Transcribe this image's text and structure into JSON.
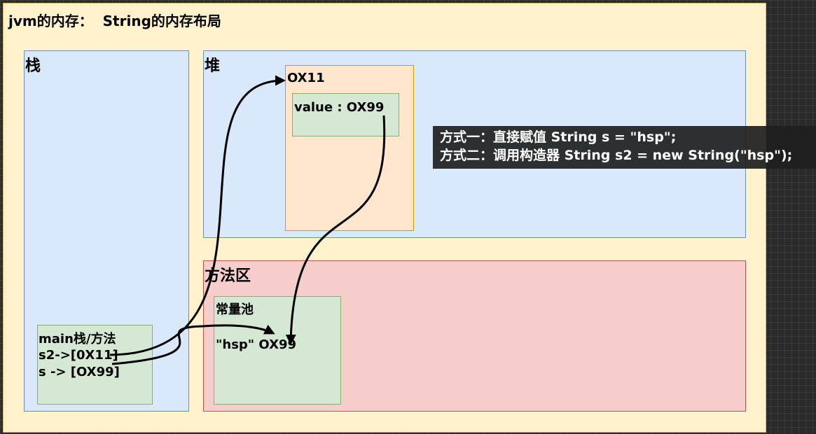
{
  "title": "jvm的内存：  String的内存布局",
  "regions": {
    "stack": {
      "label": "栈"
    },
    "heap": {
      "label": "堆"
    },
    "method_area": {
      "label": "方法区"
    }
  },
  "heap_object": {
    "address": "OX11",
    "field": "value : OX99"
  },
  "constant_pool": {
    "label": "常量池",
    "entry": "\"hsp\" OX99"
  },
  "main_frame": {
    "title": "main栈/方法",
    "s2": "s2->[0X11]",
    "s": "s -> [OX99]"
  },
  "note": {
    "line1": "方式一：直接赋值 String s = \"hsp\";",
    "line2": "方式二：调用构造器 String s2 = new String(\"hsp\");"
  },
  "colors": {
    "background": "#fff2cc",
    "region_blue": "#dae8fc",
    "region_green": "#d5e8d4",
    "region_orange": "#ffe6cc",
    "region_red": "#f8cecc"
  }
}
